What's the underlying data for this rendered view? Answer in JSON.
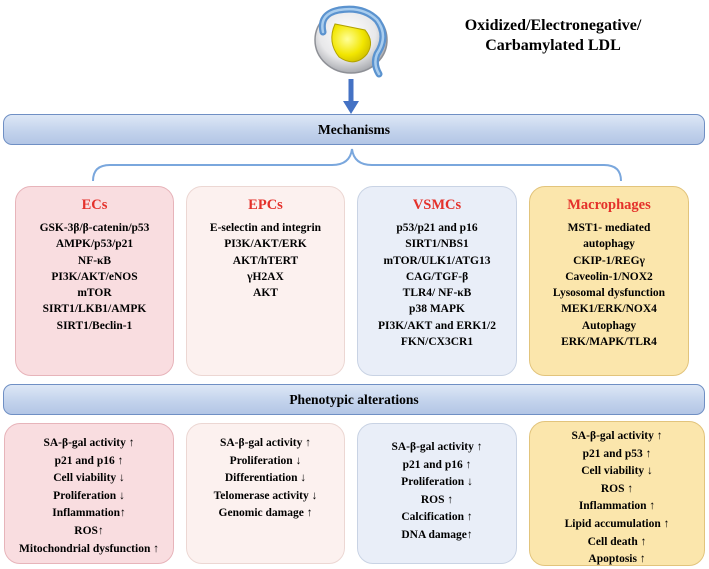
{
  "title": {
    "line1": "Oxidized/Electronegative/",
    "line2": "Carbamylated  LDL"
  },
  "icons": {
    "ldl": "ldl-particle-icon",
    "arrow": "down-arrow-icon",
    "brace": "bracket-connector"
  },
  "colors": {
    "bar_border": "#6f8fc4",
    "header_red": "#e4312b",
    "ecs": "#f9dde0",
    "epcs": "#fcf1ef",
    "vsmcs": "#e9eef8",
    "macrophages": "#fbe6ac",
    "arrow": "#4472c4"
  },
  "mechanisms": {
    "label": "Mechanisms",
    "cells": [
      {
        "name": "ECs",
        "items": [
          "GSK-3β/β-catenin/p53",
          "AMPK/p53/p21",
          "NF-κB",
          "PI3K/AKT/eNOS",
          "mTOR",
          "SIRT1/LKB1/AMPK",
          "SIRT1/Beclin-1"
        ]
      },
      {
        "name": "EPCs",
        "items": [
          "E-selectin and integrin",
          "PI3K/AKT/ERK",
          "AKT/hTERT",
          "γH2AX",
          "AKT"
        ]
      },
      {
        "name": "VSMCs",
        "items": [
          "p53/p21 and p16",
          "SIRT1/NBS1",
          "mTOR/ULK1/ATG13",
          "CAG/TGF-β",
          "TLR4/ NF-κB",
          "p38 MAPK",
          "PI3K/AKT and ERK1/2",
          "FKN/CX3CR1"
        ]
      },
      {
        "name": "Macrophages",
        "items": [
          "MST1- mediated",
          "autophagy",
          "CKIP-1/REGγ",
          "Caveolin-1/NOX2",
          "Lysosomal dysfunction",
          "MEK1/ERK/NOX4",
          "Autophagy",
          "ERK/MAPK/TLR4"
        ]
      }
    ]
  },
  "phenotypic": {
    "label": "Phenotypic alterations",
    "cells": [
      {
        "items": [
          "SA-β-gal activity ↑",
          "p21 and p16 ↑",
          "Cell viability ↓",
          "Proliferation ↓",
          "Inflammation↑",
          "ROS↑",
          "Mitochondrial dysfunction ↑"
        ]
      },
      {
        "items": [
          "SA-β-gal activity ↑",
          "Proliferation ↓",
          "Differentiation ↓",
          "Telomerase activity ↓",
          "Genomic damage ↑"
        ]
      },
      {
        "items": [
          "SA-β-gal activity ↑",
          "p21 and p16 ↑",
          "Proliferation ↓",
          "ROS ↑",
          "Calcification ↑",
          "DNA damage↑"
        ]
      },
      {
        "items": [
          "SA-β-gal activity ↑",
          "p21 and p53 ↑",
          "Cell viability ↓",
          "ROS ↑",
          "Inflammation ↑",
          "Lipid accumulation ↑",
          "Cell death ↑",
          "Apoptosis ↑"
        ]
      }
    ]
  }
}
